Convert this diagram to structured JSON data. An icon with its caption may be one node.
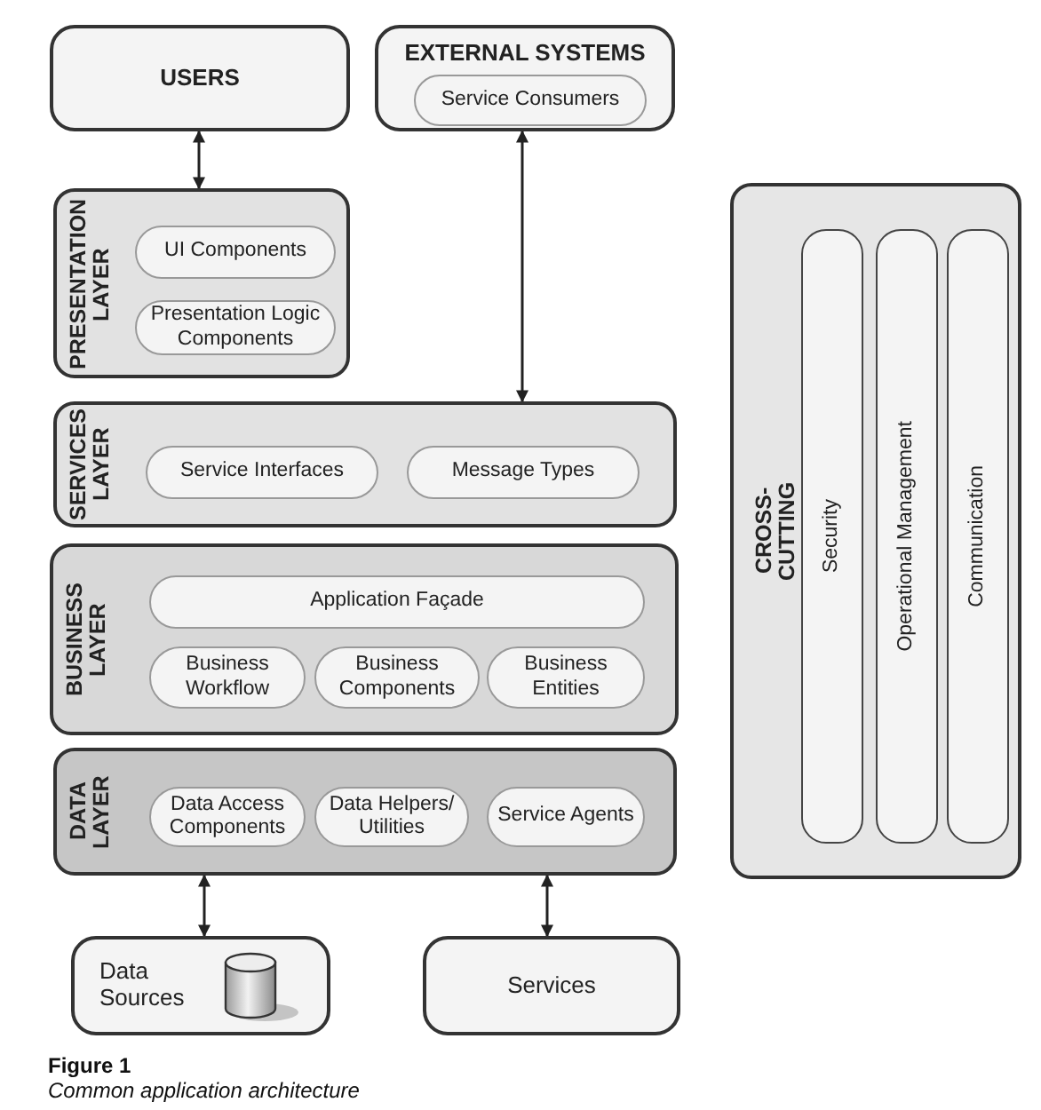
{
  "diagram": {
    "title": "Figure 1",
    "caption": "Common application architecture",
    "nodes": [
      {
        "text": [
          "USERS"
        ]
      },
      {
        "text": [
          "EXTERNAL SYSTEMS"
        ]
      },
      {
        "text": [
          "Service Consumers"
        ],
        "in": 1
      },
      {
        "text": [
          "PRESENTATION LAYER"
        ]
      },
      {
        "text": [
          "UI Components"
        ],
        "in": 3
      },
      {
        "text": [
          "Presentation Logic Components"
        ],
        "in": 3
      },
      {
        "text": [
          "SERVICES LAYER"
        ]
      },
      {
        "text": [
          "Service Interfaces"
        ],
        "in": 6
      },
      {
        "text": [
          "Message Types"
        ],
        "in": 6
      },
      {
        "text": [
          "BUSINESS LAYER"
        ]
      },
      {
        "text": [
          "Application Façade"
        ],
        "in": 9
      },
      {
        "text": [
          "Business Workflow"
        ],
        "in": 9
      },
      {
        "text": [
          "Business Components"
        ],
        "in": 9
      },
      {
        "text": [
          "Business Entities"
        ],
        "in": 9
      },
      {
        "text": [
          "DATA LAYER"
        ]
      },
      {
        "text": [
          "Data Access Components"
        ],
        "in": 14
      },
      {
        "text": [
          "Data Helpers/ Utilities"
        ],
        "in": 14
      },
      {
        "text": [
          "Service Agents"
        ],
        "in": 14
      },
      {
        "text": [
          "Data Sources"
        ]
      },
      {
        "text": [
          "Services"
        ]
      },
      {
        "text": [
          "CROSS-CUTTING"
        ]
      },
      {
        "text": [
          "Security"
        ],
        "in": 20
      },
      {
        "text": [
          "Operational Management"
        ],
        "in": 20
      },
      {
        "text": [
          "Communication"
        ],
        "in": 20
      }
    ],
    "edges": [
      {
        "from": 0,
        "to": 3,
        "arrow": "both"
      },
      {
        "from": 1,
        "to": 6,
        "arrow": "both"
      },
      {
        "from": 14,
        "to": 18,
        "arrow": "both"
      },
      {
        "from": 14,
        "to": 19,
        "arrow": "both"
      }
    ]
  }
}
